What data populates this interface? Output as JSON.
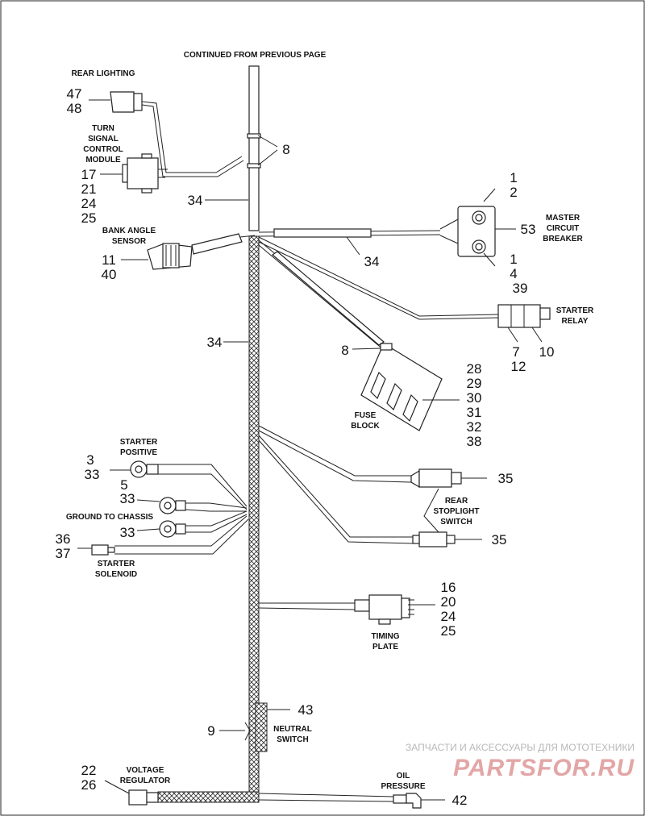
{
  "header": "CONTINUED FROM PREVIOUS PAGE",
  "labels": {
    "rear_lighting": "REAR LIGHTING",
    "turn_signal_1": "TURN",
    "turn_signal_2": "SIGNAL",
    "turn_signal_3": "CONTROL",
    "turn_signal_4": "MODULE",
    "bank_angle_1": "BANK ANGLE",
    "bank_angle_2": "SENSOR",
    "master_cb_1": "MASTER",
    "master_cb_2": "CIRCUIT",
    "master_cb_3": "BREAKER",
    "starter_relay_1": "STARTER",
    "starter_relay_2": "RELAY",
    "fuse_block_1": "FUSE",
    "fuse_block_2": "BLOCK",
    "starter_positive_1": "STARTER",
    "starter_positive_2": "POSITIVE",
    "ground_chassis": "GROUND TO CHASSIS",
    "starter_solenoid_1": "STARTER",
    "starter_solenoid_2": "SOLENOID",
    "rear_stoplight_1": "REAR",
    "rear_stoplight_2": "STOPLIGHT",
    "rear_stoplight_3": "SWITCH",
    "timing_plate_1": "TIMING",
    "timing_plate_2": "PLATE",
    "neutral_switch_1": "NEUTRAL",
    "neutral_switch_2": "SWITCH",
    "voltage_reg_1": "VOLTAGE",
    "voltage_reg_2": "REGULATOR",
    "oil_pressure_1": "OIL",
    "oil_pressure_2": "PRESSURE"
  },
  "callouts": {
    "rear_lighting": [
      "47",
      "48"
    ],
    "turn_signal": [
      "17",
      "21",
      "24",
      "25"
    ],
    "harness_top_8": "8",
    "harness_top_34": "34",
    "bank_angle": [
      "11",
      "40"
    ],
    "master_cb_top": [
      "1",
      "2"
    ],
    "master_cb_side": "53",
    "master_cb_bottom": [
      "1",
      "4",
      "39"
    ],
    "branch_34": "34",
    "trunk_34": "34",
    "relay": [
      "7",
      "12"
    ],
    "relay_side": "10",
    "fuse_8": "8",
    "fuse_block": [
      "28",
      "29",
      "30",
      "31",
      "32",
      "38"
    ],
    "starter_positive": [
      "3",
      "33"
    ],
    "starter_positive_5": "5",
    "ground_33a": "33",
    "ground_33b": "33",
    "solenoid": [
      "36",
      "37"
    ],
    "stoplight_35a": "35",
    "stoplight_35b": "35",
    "timing_plate": [
      "16",
      "20",
      "24",
      "25"
    ],
    "neutral_43": "43",
    "neutral_9": "9",
    "voltage_reg": [
      "22",
      "26"
    ],
    "oil_pressure": "42"
  },
  "watermark": {
    "line1": "ЗАПЧАСТИ И АКСЕССУАРЫ ДЛЯ МОТОТЕХНИКИ",
    "line2": "PARTSFOR.RU"
  }
}
